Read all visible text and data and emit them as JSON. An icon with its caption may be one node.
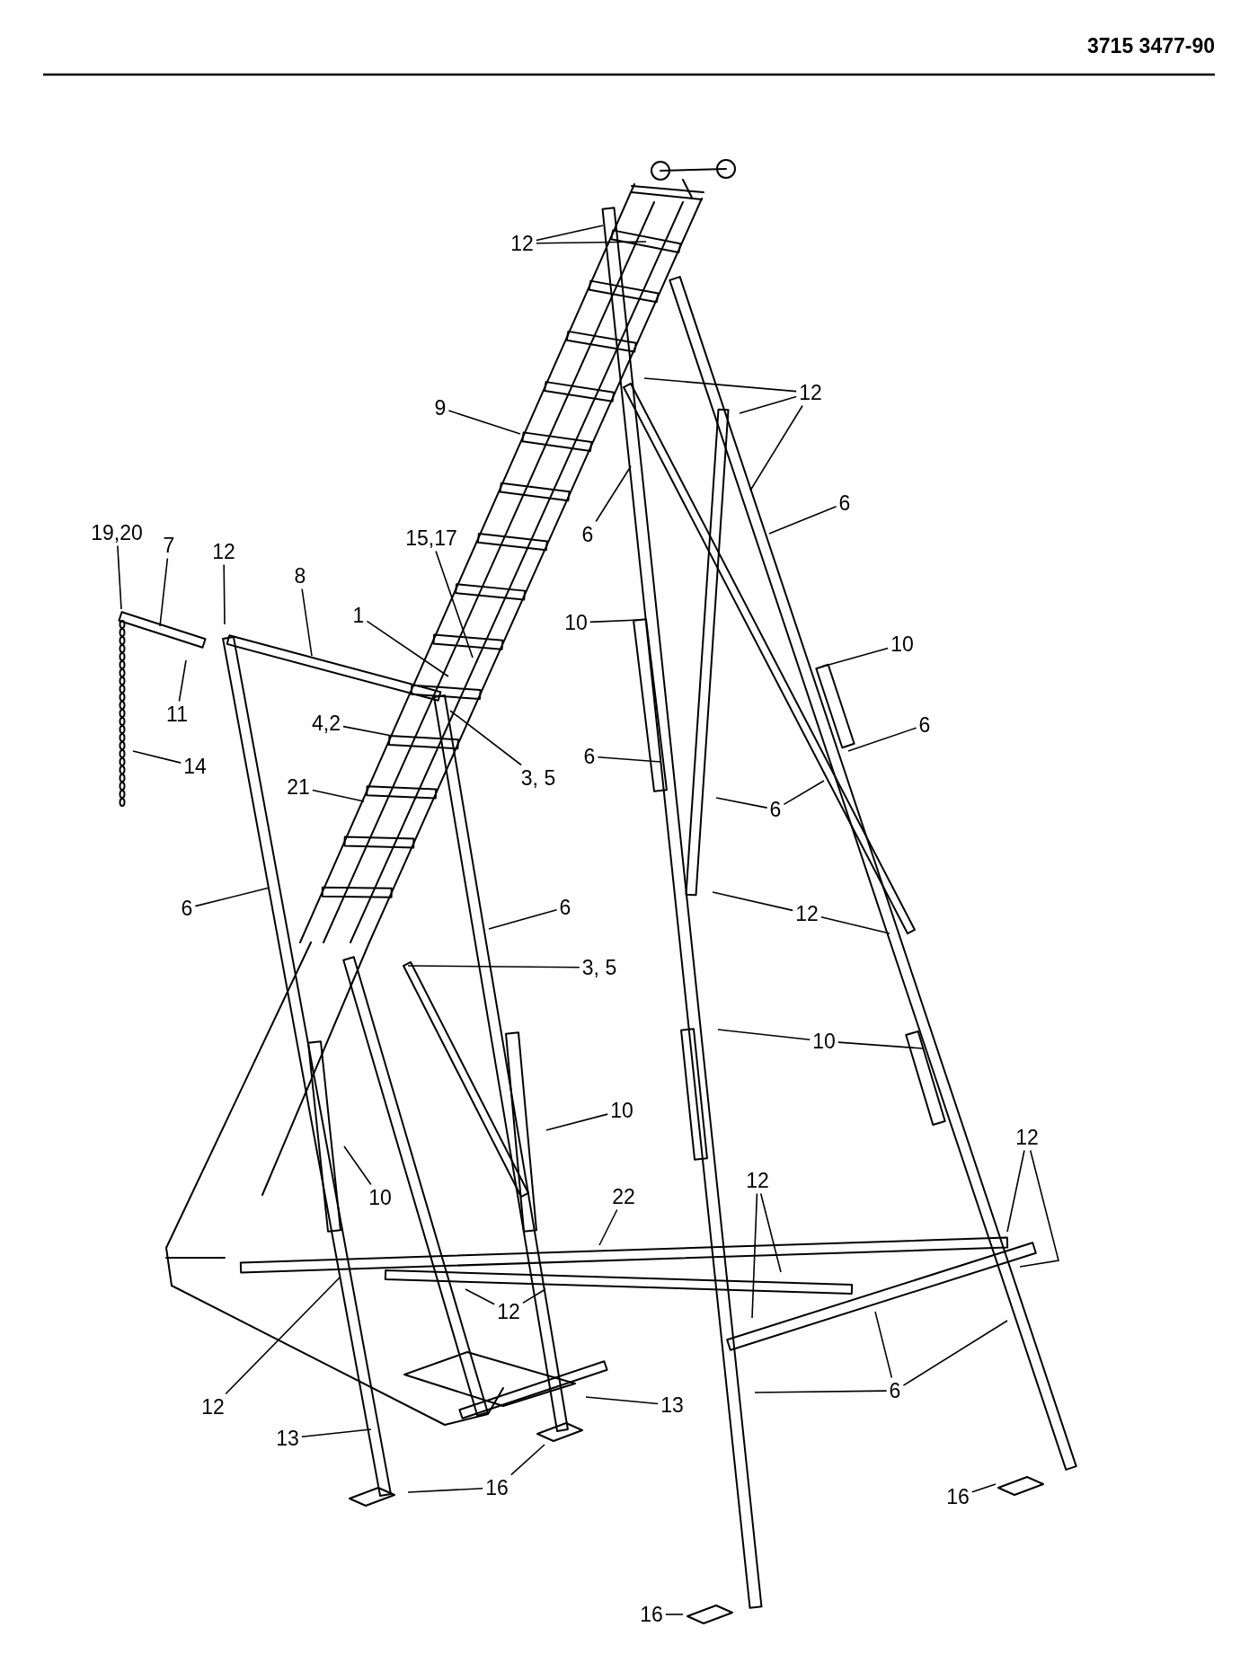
{
  "diagram": {
    "nodes": [
      {
        "text": [
          "12"
        ]
      },
      {
        "text": [
          "12"
        ]
      },
      {
        "text": [
          "9"
        ]
      },
      {
        "text": [
          "6"
        ]
      },
      {
        "text": [
          "6"
        ]
      },
      {
        "text": [
          "19,20"
        ]
      },
      {
        "text": [
          "7"
        ]
      },
      {
        "text": [
          "15,17"
        ]
      },
      {
        "text": [
          "12"
        ]
      },
      {
        "text": [
          "8"
        ]
      },
      {
        "text": [
          "1"
        ]
      },
      {
        "text": [
          "10"
        ]
      },
      {
        "text": [
          "10"
        ]
      },
      {
        "text": [
          "11"
        ]
      },
      {
        "text": [
          "4,2"
        ]
      },
      {
        "text": [
          "6"
        ]
      },
      {
        "text": [
          "6"
        ]
      },
      {
        "text": [
          "14"
        ]
      },
      {
        "text": [
          "3, 5"
        ]
      },
      {
        "text": [
          "21"
        ]
      },
      {
        "text": [
          "6"
        ]
      },
      {
        "text": [
          "6"
        ]
      },
      {
        "text": [
          "6"
        ]
      },
      {
        "text": [
          "12"
        ]
      },
      {
        "text": [
          "3, 5"
        ]
      },
      {
        "text": [
          "10"
        ]
      },
      {
        "text": [
          "10"
        ]
      },
      {
        "text": [
          "12"
        ]
      },
      {
        "text": [
          "12"
        ]
      },
      {
        "text": [
          "10"
        ]
      },
      {
        "text": [
          "22"
        ]
      },
      {
        "text": [
          "12"
        ]
      },
      {
        "text": [
          "6"
        ]
      },
      {
        "text": [
          "12"
        ]
      },
      {
        "text": [
          "13"
        ]
      },
      {
        "text": [
          "13"
        ]
      },
      {
        "text": [
          "16"
        ]
      },
      {
        "text": [
          "16"
        ]
      },
      {
        "text": [
          "16"
        ]
      }
    ],
    "edges": [
      {
        "from": 0,
        "to": null,
        "arrow": "none"
      },
      {
        "from": 0,
        "to": null,
        "arrow": "none"
      },
      {
        "from": 1,
        "to": null,
        "arrow": "none"
      },
      {
        "from": 1,
        "to": null,
        "arrow": "none"
      },
      {
        "from": 1,
        "to": null,
        "arrow": "none"
      },
      {
        "from": 2,
        "to": null,
        "arrow": "none"
      },
      {
        "from": 3,
        "to": null,
        "arrow": "none"
      },
      {
        "from": 4,
        "to": null,
        "arrow": "none"
      },
      {
        "from": 5,
        "to": null,
        "arrow": "none"
      },
      {
        "from": 6,
        "to": null,
        "arrow": "none"
      },
      {
        "from": 7,
        "to": null,
        "arrow": "none"
      },
      {
        "from": 8,
        "to": null,
        "arrow": "none"
      },
      {
        "from": 9,
        "to": null,
        "arrow": "none"
      },
      {
        "from": 10,
        "to": null,
        "arrow": "none"
      },
      {
        "from": 11,
        "to": null,
        "arrow": "none"
      },
      {
        "from": 12,
        "to": null,
        "arrow": "none"
      },
      {
        "from": 13,
        "to": null,
        "arrow": "none"
      },
      {
        "from": 14,
        "to": null,
        "arrow": "none"
      },
      {
        "from": 15,
        "to": null,
        "arrow": "none"
      },
      {
        "from": 16,
        "to": null,
        "arrow": "none"
      },
      {
        "from": 17,
        "to": null,
        "arrow": "none"
      },
      {
        "from": 18,
        "to": null,
        "arrow": "none"
      },
      {
        "from": 19,
        "to": null,
        "arrow": "none"
      },
      {
        "from": 20,
        "to": null,
        "arrow": "none"
      },
      {
        "from": 20,
        "to": null,
        "arrow": "none"
      },
      {
        "from": 21,
        "to": null,
        "arrow": "none"
      },
      {
        "from": 22,
        "to": null,
        "arrow": "none"
      },
      {
        "from": 23,
        "to": null,
        "arrow": "none"
      },
      {
        "from": 23,
        "to": null,
        "arrow": "none"
      },
      {
        "from": 24,
        "to": null,
        "arrow": "none"
      },
      {
        "from": 25,
        "to": null,
        "arrow": "none"
      },
      {
        "from": 25,
        "to": null,
        "arrow": "none"
      },
      {
        "from": 26,
        "to": null,
        "arrow": "none"
      },
      {
        "from": 27,
        "to": null,
        "arrow": "none"
      },
      {
        "from": 27,
        "to": null,
        "arrow": "none"
      },
      {
        "from": 28,
        "to": null,
        "arrow": "none"
      },
      {
        "from": 28,
        "to": null,
        "arrow": "none"
      },
      {
        "from": 29,
        "to": null,
        "arrow": "none"
      },
      {
        "from": 30,
        "to": null,
        "arrow": "none"
      },
      {
        "from": 31,
        "to": null,
        "arrow": "none"
      },
      {
        "from": 31,
        "to": null,
        "arrow": "none"
      },
      {
        "from": 32,
        "to": null,
        "arrow": "none"
      },
      {
        "from": 32,
        "to": null,
        "arrow": "none"
      },
      {
        "from": 32,
        "to": null,
        "arrow": "none"
      },
      {
        "from": 33,
        "to": null,
        "arrow": "none"
      },
      {
        "from": 34,
        "to": null,
        "arrow": "none"
      },
      {
        "from": 35,
        "to": null,
        "arrow": "none"
      },
      {
        "from": 36,
        "to": null,
        "arrow": "none"
      },
      {
        "from": 36,
        "to": null,
        "arrow": "none"
      },
      {
        "from": 37,
        "to": null,
        "arrow": "none"
      },
      {
        "from": 38,
        "to": null,
        "arrow": "none"
      }
    ],
    "labels": [
      "3715 3477-90"
    ]
  }
}
